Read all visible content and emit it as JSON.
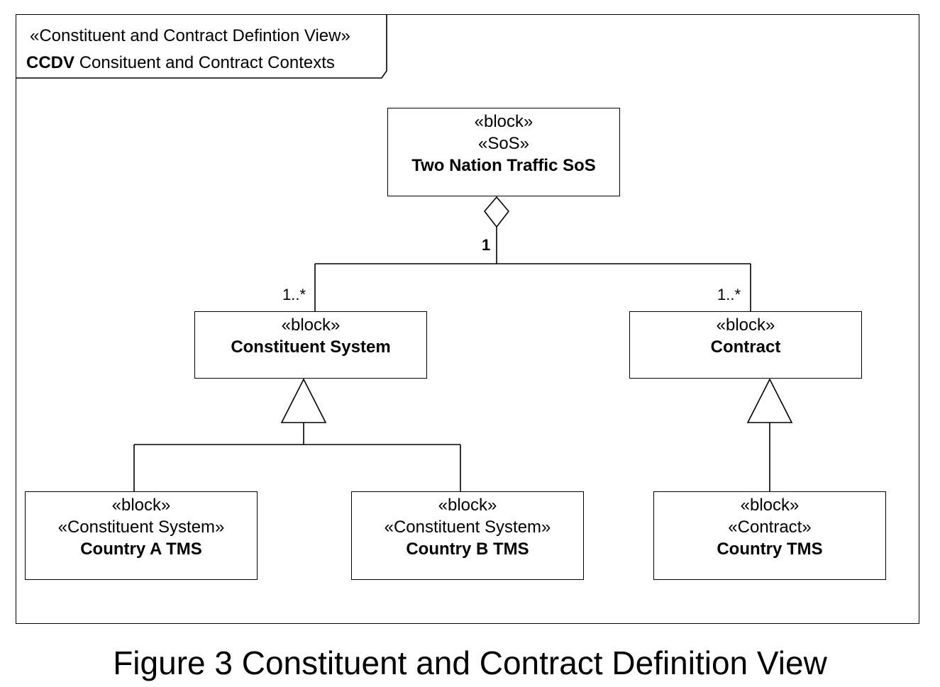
{
  "frame": {
    "stereotype": "«Constituent and Contract Defintion View»",
    "kind": "CCDV",
    "name": "Consituent and Contract Contexts"
  },
  "blocks": {
    "sos": {
      "stereotypes": [
        "«block»",
        "«SoS»"
      ],
      "name": "Two Nation Traffic SoS"
    },
    "constituent_system": {
      "stereotypes": [
        "«block»"
      ],
      "name": "Constituent System"
    },
    "contract": {
      "stereotypes": [
        "«block»"
      ],
      "name": "Contract"
    },
    "country_a": {
      "stereotypes": [
        "«block»",
        "«Constituent System»"
      ],
      "name": "Country A TMS"
    },
    "country_b": {
      "stereotypes": [
        "«block»",
        "«Constituent System»"
      ],
      "name": "Country B TMS"
    },
    "country_tms": {
      "stereotypes": [
        "«block»",
        "«Contract»"
      ],
      "name": "Country TMS"
    }
  },
  "multiplicities": {
    "aggregation_source": "1",
    "constituent_end": "1..*",
    "contract_end": "1..*"
  },
  "caption": "Figure 3 Constituent and Contract Definition View"
}
